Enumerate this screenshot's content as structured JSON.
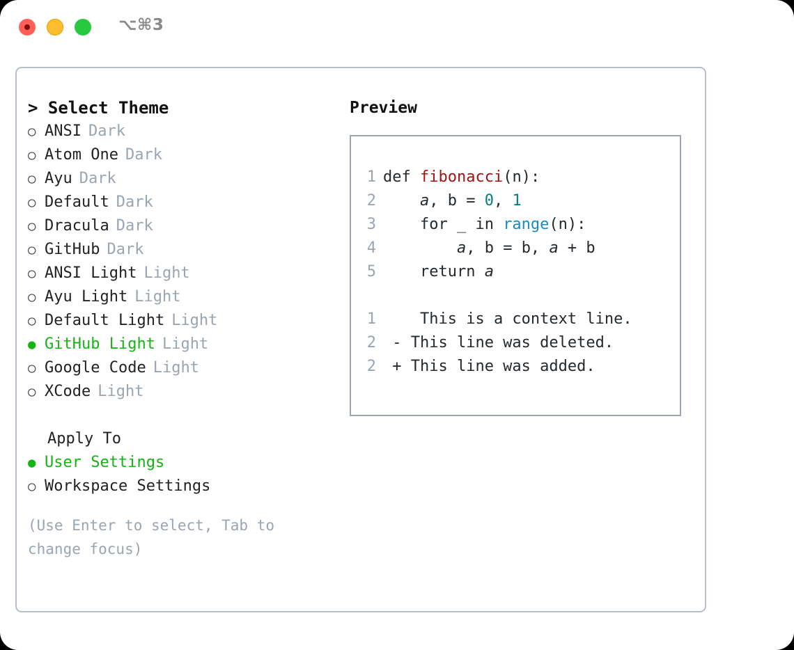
{
  "titlebar": {
    "shortcut": "⌥⌘3",
    "lights": [
      {
        "name": "close",
        "color": "#ff5f57"
      },
      {
        "name": "minimize",
        "color": "#febc2e"
      },
      {
        "name": "maximize",
        "color": "#28c840"
      }
    ]
  },
  "theme_picker": {
    "heading": "> Select Theme",
    "cursor": ">",
    "selected_theme": "GitHub Light",
    "marker_unselected": "○",
    "marker_selected": "●",
    "accent_color": "#15b415",
    "items": [
      {
        "label": "ANSI",
        "category": "Dark",
        "selected": false
      },
      {
        "label": "Atom One",
        "category": "Dark",
        "selected": false
      },
      {
        "label": "Ayu",
        "category": "Dark",
        "selected": false
      },
      {
        "label": "Default",
        "category": "Dark",
        "selected": false
      },
      {
        "label": "Dracula",
        "category": "Dark",
        "selected": false
      },
      {
        "label": "GitHub",
        "category": "Dark",
        "selected": false
      },
      {
        "label": "ANSI Light",
        "category": "Light",
        "selected": false
      },
      {
        "label": "Ayu Light",
        "category": "Light",
        "selected": false
      },
      {
        "label": "Default Light",
        "category": "Light",
        "selected": false
      },
      {
        "label": "GitHub Light",
        "category": "Light",
        "selected": true
      },
      {
        "label": "Google Code",
        "category": "Light",
        "selected": false
      },
      {
        "label": "XCode",
        "category": "Light",
        "selected": false
      }
    ]
  },
  "apply_to": {
    "heading": "Apply To",
    "items": [
      {
        "label": "User Settings",
        "selected": true
      },
      {
        "label": "Workspace Settings",
        "selected": false
      }
    ]
  },
  "hint": "(Use Enter to select, Tab to change focus)",
  "preview": {
    "title": "Preview",
    "code_lines": [
      {
        "num": "1",
        "tokens": [
          {
            "t": "def ",
            "c": "plain"
          },
          {
            "t": "fibonacci",
            "c": "fn"
          },
          {
            "t": "(n):",
            "c": "plain"
          }
        ]
      },
      {
        "num": "2",
        "tokens": [
          {
            "t": "    ",
            "c": "plain"
          },
          {
            "t": "a",
            "c": "var"
          },
          {
            "t": ", ",
            "c": "plain"
          },
          {
            "t": "b",
            "c": "plain"
          },
          {
            "t": " = ",
            "c": "plain"
          },
          {
            "t": "0",
            "c": "num"
          },
          {
            "t": ", ",
            "c": "plain"
          },
          {
            "t": "1",
            "c": "num"
          }
        ]
      },
      {
        "num": "3",
        "tokens": [
          {
            "t": "    for _ in ",
            "c": "plain"
          },
          {
            "t": "range",
            "c": "call"
          },
          {
            "t": "(n):",
            "c": "plain"
          }
        ]
      },
      {
        "num": "4",
        "tokens": [
          {
            "t": "        ",
            "c": "plain"
          },
          {
            "t": "a",
            "c": "var"
          },
          {
            "t": ", b = b, ",
            "c": "plain"
          },
          {
            "t": "a",
            "c": "var"
          },
          {
            "t": " + b",
            "c": "plain"
          }
        ]
      },
      {
        "num": "5",
        "tokens": [
          {
            "t": "    return ",
            "c": "plain"
          },
          {
            "t": "a",
            "c": "var"
          }
        ]
      }
    ],
    "diff_lines": [
      {
        "num": "1",
        "marker": " ",
        "text": "  This is a context line.",
        "kind": "context"
      },
      {
        "num": "2",
        "marker": "-",
        "text": " This line was deleted.",
        "kind": "deleted"
      },
      {
        "num": "2",
        "marker": "+",
        "text": " This line was added.",
        "kind": "added"
      }
    ],
    "colors": {
      "function": "#a01414",
      "number": "#007f7f",
      "builtin": "#1a8bc0",
      "context": "#8a8a8a",
      "deleted": "#cc1111",
      "added": "#00bb00",
      "line_number": "#9aa5b1"
    }
  }
}
